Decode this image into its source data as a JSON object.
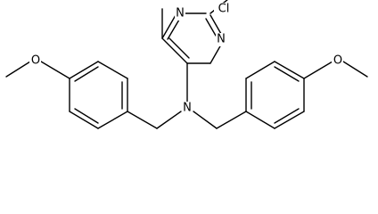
{
  "molecule": {
    "atoms": {
      "chlorine": "Cl",
      "ring_nitrogen_top": "N",
      "ring_nitrogen_bottom": "N",
      "amine_nitrogen": "N",
      "oxygen_left": "O",
      "oxygen_right": "O"
    },
    "colors": {
      "bond": "#000000",
      "text": "#000000",
      "background": "#ffffff"
    }
  }
}
